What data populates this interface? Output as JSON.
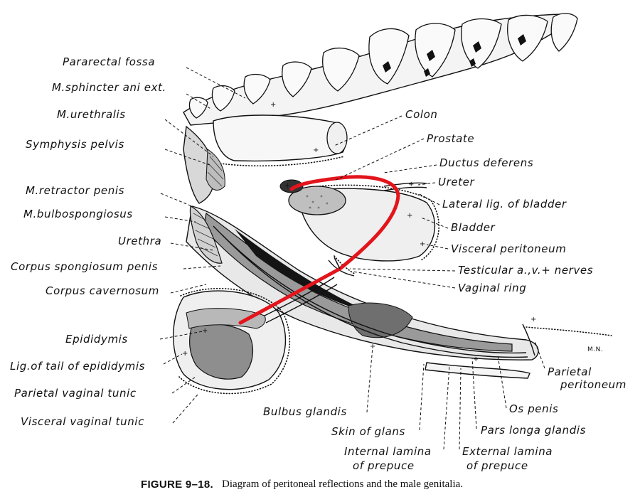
{
  "figure": {
    "number": "FIGURE 9–18.",
    "caption": "Diagram of peritoneal reflections and the male genitalia.",
    "artist_initials": "M.N."
  },
  "labels": {
    "pararectal_fossa": "Pararectal fossa",
    "m_sphincter_ani_ext": "M.sphincter ani ext.",
    "m_urethralis": "M.urethralis",
    "symphysis_pelvis": "Symphysis pelvis",
    "m_retractor_penis": "M.retractor penis",
    "m_bulbospongiosus": "M.bulbospongiosus",
    "urethra": "Urethra",
    "corpus_spongiosum_penis": "Corpus spongiosum penis",
    "corpus_cavernosum": "Corpus cavernosum",
    "epididymis": "Epididymis",
    "lig_tail_epididymis": "Lig.of tail of epididymis",
    "parietal_vaginal_tunic": "Parietal vaginal tunic",
    "visceral_vaginal_tunic": "Visceral vaginal tunic",
    "colon": "Colon",
    "prostate": "Prostate",
    "ductus_deferens": "Ductus deferens",
    "ureter": "Ureter",
    "lateral_lig_bladder": "Lateral lig. of bladder",
    "bladder": "Bladder",
    "visceral_peritoneum": "Visceral peritoneum",
    "testicular_avnerves": "Testicular a.,v.+ nerves",
    "vaginal_ring": "Vaginal ring",
    "parietal_peritoneum_1": "Parietal",
    "parietal_peritoneum_2": "peritoneum",
    "os_penis": "Os penis",
    "pars_longa_glandis": "Pars longa glandis",
    "bulbus_glandis": "Bulbus glandis",
    "skin_of_glans": "Skin of glans",
    "internal_lamina_1": "Internal lamina",
    "internal_lamina_2": "of prepuce",
    "external_lamina_1": "External lamina",
    "external_lamina_2": "of prepuce"
  },
  "colors": {
    "ink": "#111111",
    "ductus_highlight": "#e3141b",
    "tissue_light": "#e6e6e6",
    "tissue_mid": "#a9a9a9",
    "tissue_dark": "#555555",
    "tissue_black": "#141414"
  }
}
